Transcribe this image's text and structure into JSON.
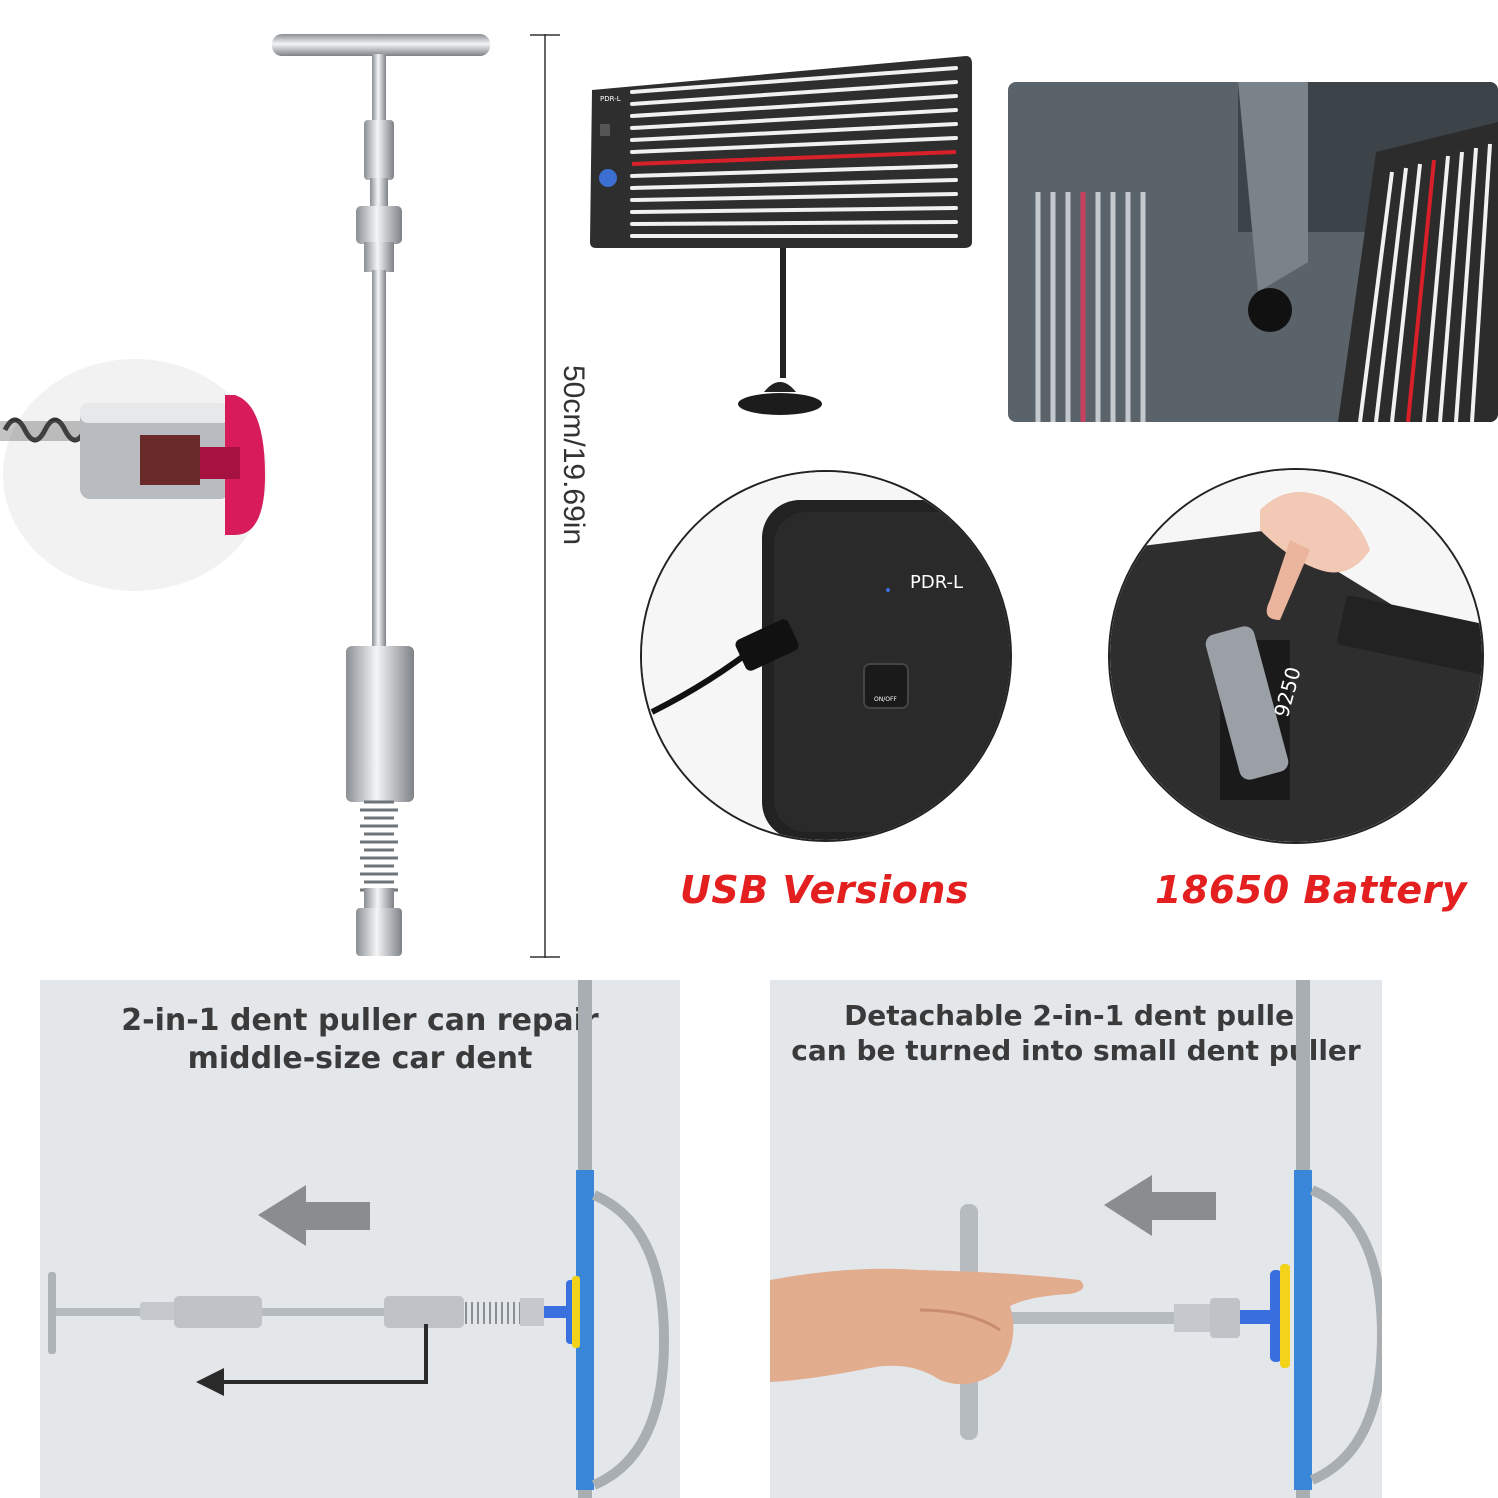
{
  "dimension": {
    "label": "50cm/19.69in"
  },
  "light_board": {
    "label": "PDR-L"
  },
  "usb_closeup": {
    "label": "PDR-L",
    "switch_label": "ON/OFF"
  },
  "battery_closeup": {
    "battery_text": "9250"
  },
  "captions": {
    "usb": "USB Versions",
    "battery": "18650 Battery"
  },
  "panel_left": {
    "title_line1": "2-in-1 dent puller can repair",
    "title_line2": "middle-size car dent"
  },
  "panel_right": {
    "title_line1": "Detachable 2-in-1 dent puller",
    "title_line2": "can be turned into small dent puller"
  },
  "colors": {
    "accent_red": "#e41f1f",
    "stripe_red": "#d8202a",
    "board": "#2e2e2e",
    "panel_bg": "#e4e7ea",
    "glue_tab_blue": "#3a6fe0",
    "glue_tab_yellow": "#f2d21a",
    "glue_tab_pink": "#d81b5a"
  }
}
